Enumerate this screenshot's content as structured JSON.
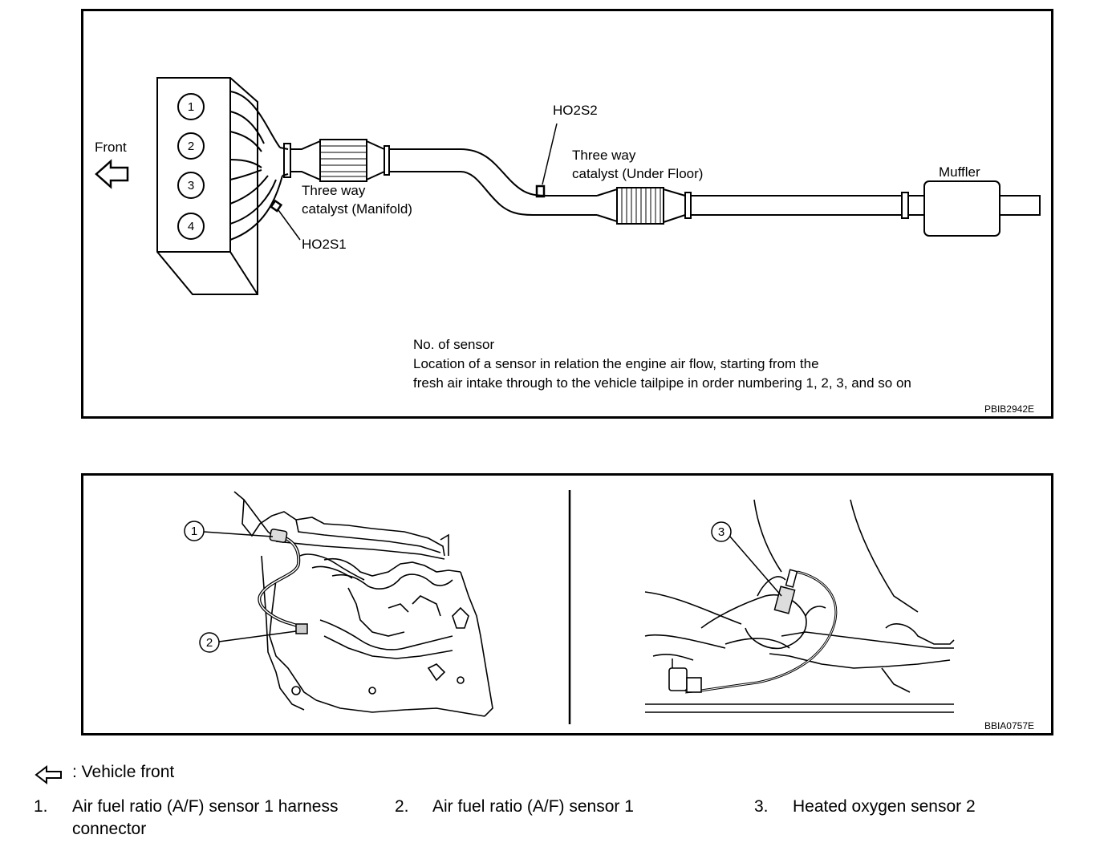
{
  "top_figure": {
    "front_label": "Front",
    "cylinders": [
      "1",
      "2",
      "3",
      "4"
    ],
    "ho2s2_label": "HO2S2",
    "ho2s1_label": "HO2S1",
    "catalyst_manifold_line1": "Three way",
    "catalyst_manifold_line2": "catalyst (Manifold)",
    "catalyst_underfloor_line1": "Three way",
    "catalyst_underfloor_line2": "catalyst (Under Floor)",
    "muffler_label": "Muffler",
    "note_title": "No. of sensor",
    "note_line1": "Location of a sensor in relation the engine air flow, starting from the",
    "note_line2": "fresh air intake through to the vehicle tailpipe in order numbering 1, 2, 3, and so on",
    "figure_code": "PBIB2942E"
  },
  "bottom_figure": {
    "callout_1": "1",
    "callout_2": "2",
    "callout_3": "3",
    "figure_code": "BBIA0757E"
  },
  "legend": {
    "vehicle_front": ": Vehicle front",
    "items": [
      {
        "num": "1.",
        "line1": "Air fuel ratio (A/F) sensor 1 harness",
        "line2": "connector"
      },
      {
        "num": "2.",
        "line1": "Air fuel ratio (A/F) sensor 1"
      },
      {
        "num": "3.",
        "line1": "Heated oxygen sensor 2"
      }
    ]
  }
}
